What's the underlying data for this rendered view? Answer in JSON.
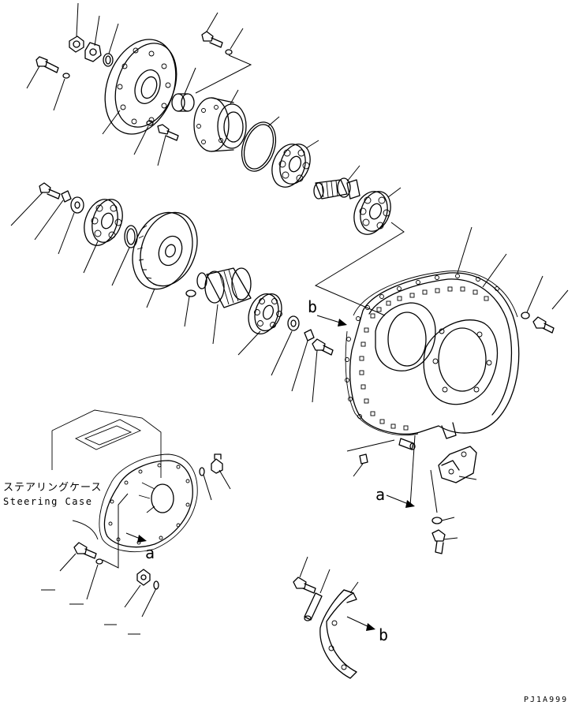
{
  "labels": {
    "steering_case_jp": "ステアリングケース",
    "steering_case_en": "Steering Case",
    "ref_a": "a",
    "ref_b": "b",
    "drawing_code": "PJ1A999"
  }
}
